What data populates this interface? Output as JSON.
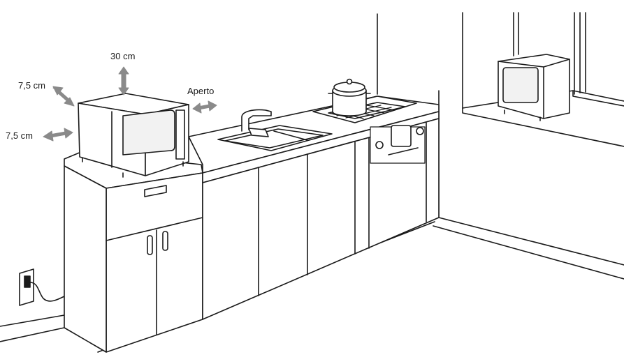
{
  "labels": {
    "top_clearance": "30 cm",
    "side_clearance_upper": "7,5 cm",
    "side_clearance_lower": "7,5 cm",
    "right_side": "Aperto"
  },
  "colors": {
    "line": "#1a1a1a",
    "fill": "#ffffff",
    "arrow": "#8a8a8a",
    "screen": "#f2f2f2"
  }
}
